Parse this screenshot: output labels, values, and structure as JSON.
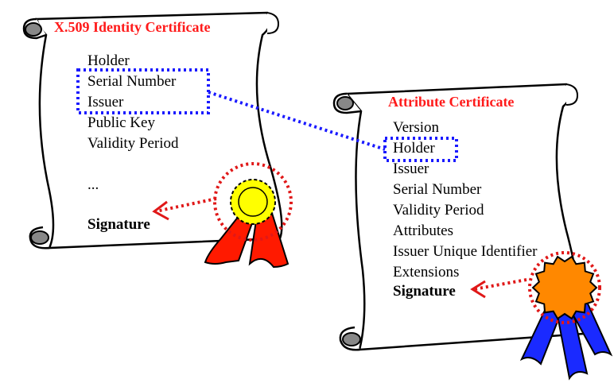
{
  "colors": {
    "title_red": "#ff1a1a",
    "dotted_blue": "#1a1aff",
    "dotted_red": "#e01818",
    "seal_yellow": "#ffff00",
    "seal_orange": "#ff8800",
    "ribbon_red": "#ff1a00",
    "ribbon_blue": "#1a2aff",
    "scroll_curl_gray": "#888888"
  },
  "identity_certificate": {
    "title": "X.509 Identity Certificate",
    "fields": [
      "Holder",
      "Serial Number",
      "Issuer",
      "Public Key",
      "Validity Period"
    ],
    "ellipsis": "...",
    "signature": "Signature"
  },
  "attribute_certificate": {
    "title": "Attribute Certificate",
    "fields": [
      "Version",
      "Holder",
      "Issuer",
      "Serial Number",
      "Validity Period",
      "Attributes",
      "Issuer Unique Identifier",
      "Extensions"
    ],
    "signature": "Signature"
  },
  "icons": [
    "scroll-icon",
    "seal-icon",
    "ribbon-icon",
    "arrow-icon"
  ]
}
